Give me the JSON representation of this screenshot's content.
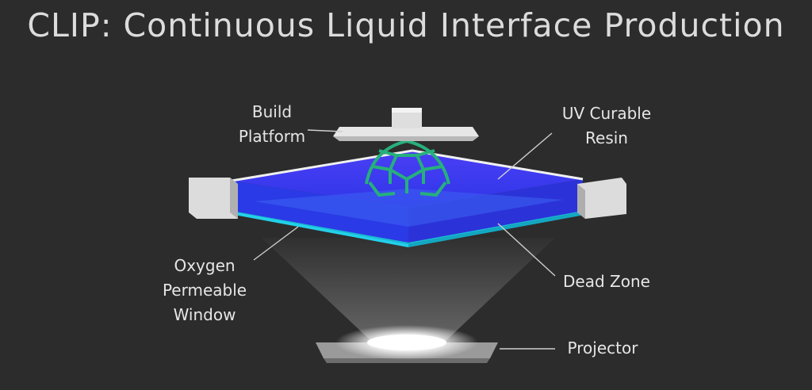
{
  "title": "CLIP: Continuous Liquid Interface Production",
  "labels": {
    "build_platform": [
      "Build",
      "Platform"
    ],
    "uv_resin": [
      "UV Curable",
      "Resin"
    ],
    "oxygen_window": [
      "Oxygen",
      "Permeable",
      "Window"
    ],
    "dead_zone": "Dead Zone",
    "projector": "Projector"
  },
  "colors": {
    "background": "#2c2c2c",
    "resin": "#3a34f0",
    "window": "#1fc8e0",
    "lattice": "#24b07a",
    "frame": "#e8e8e8"
  }
}
